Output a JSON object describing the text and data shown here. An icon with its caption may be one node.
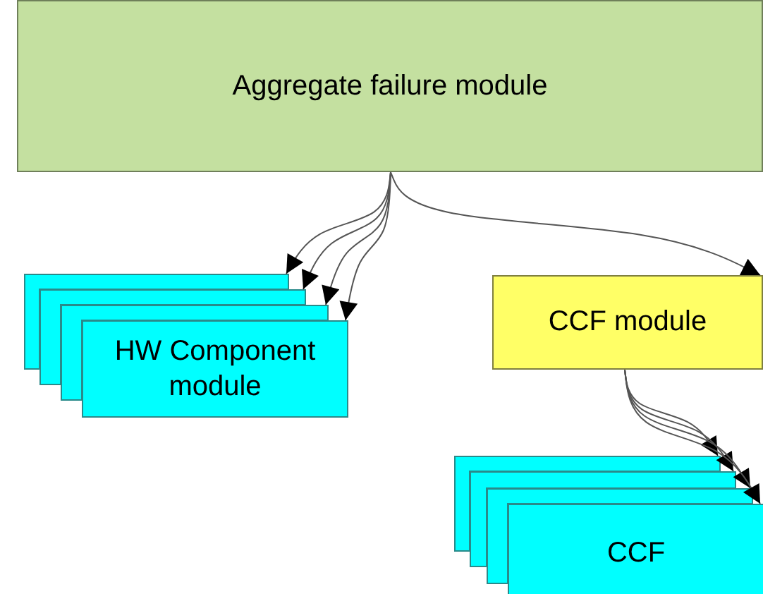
{
  "diagram": {
    "nodes": [
      {
        "text": [
          "Aggregate failure module"
        ]
      },
      {
        "text": [],
        "shape": "box"
      },
      {
        "text": [],
        "shape": "box"
      },
      {
        "text": [],
        "shape": "box"
      },
      {
        "text": [
          "HW Component module"
        ]
      },
      {
        "text": [
          "CCF module"
        ]
      },
      {
        "text": [],
        "shape": "box"
      },
      {
        "text": [],
        "shape": "box"
      },
      {
        "text": [],
        "shape": "box"
      },
      {
        "text": [
          "CCF"
        ]
      }
    ],
    "edges": [
      {
        "from": 0,
        "to": 1,
        "arrow": "to"
      },
      {
        "from": 0,
        "to": 2,
        "arrow": "to"
      },
      {
        "from": 0,
        "to": 3,
        "arrow": "to"
      },
      {
        "from": 0,
        "to": 4,
        "arrow": "to"
      },
      {
        "from": 0,
        "to": 5,
        "arrow": "to"
      },
      {
        "from": 5,
        "to": 6,
        "arrow": "to"
      },
      {
        "from": 5,
        "to": 7,
        "arrow": "to"
      },
      {
        "from": 5,
        "to": 8,
        "arrow": "to"
      },
      {
        "from": 5,
        "to": 9,
        "arrow": "to"
      }
    ]
  }
}
